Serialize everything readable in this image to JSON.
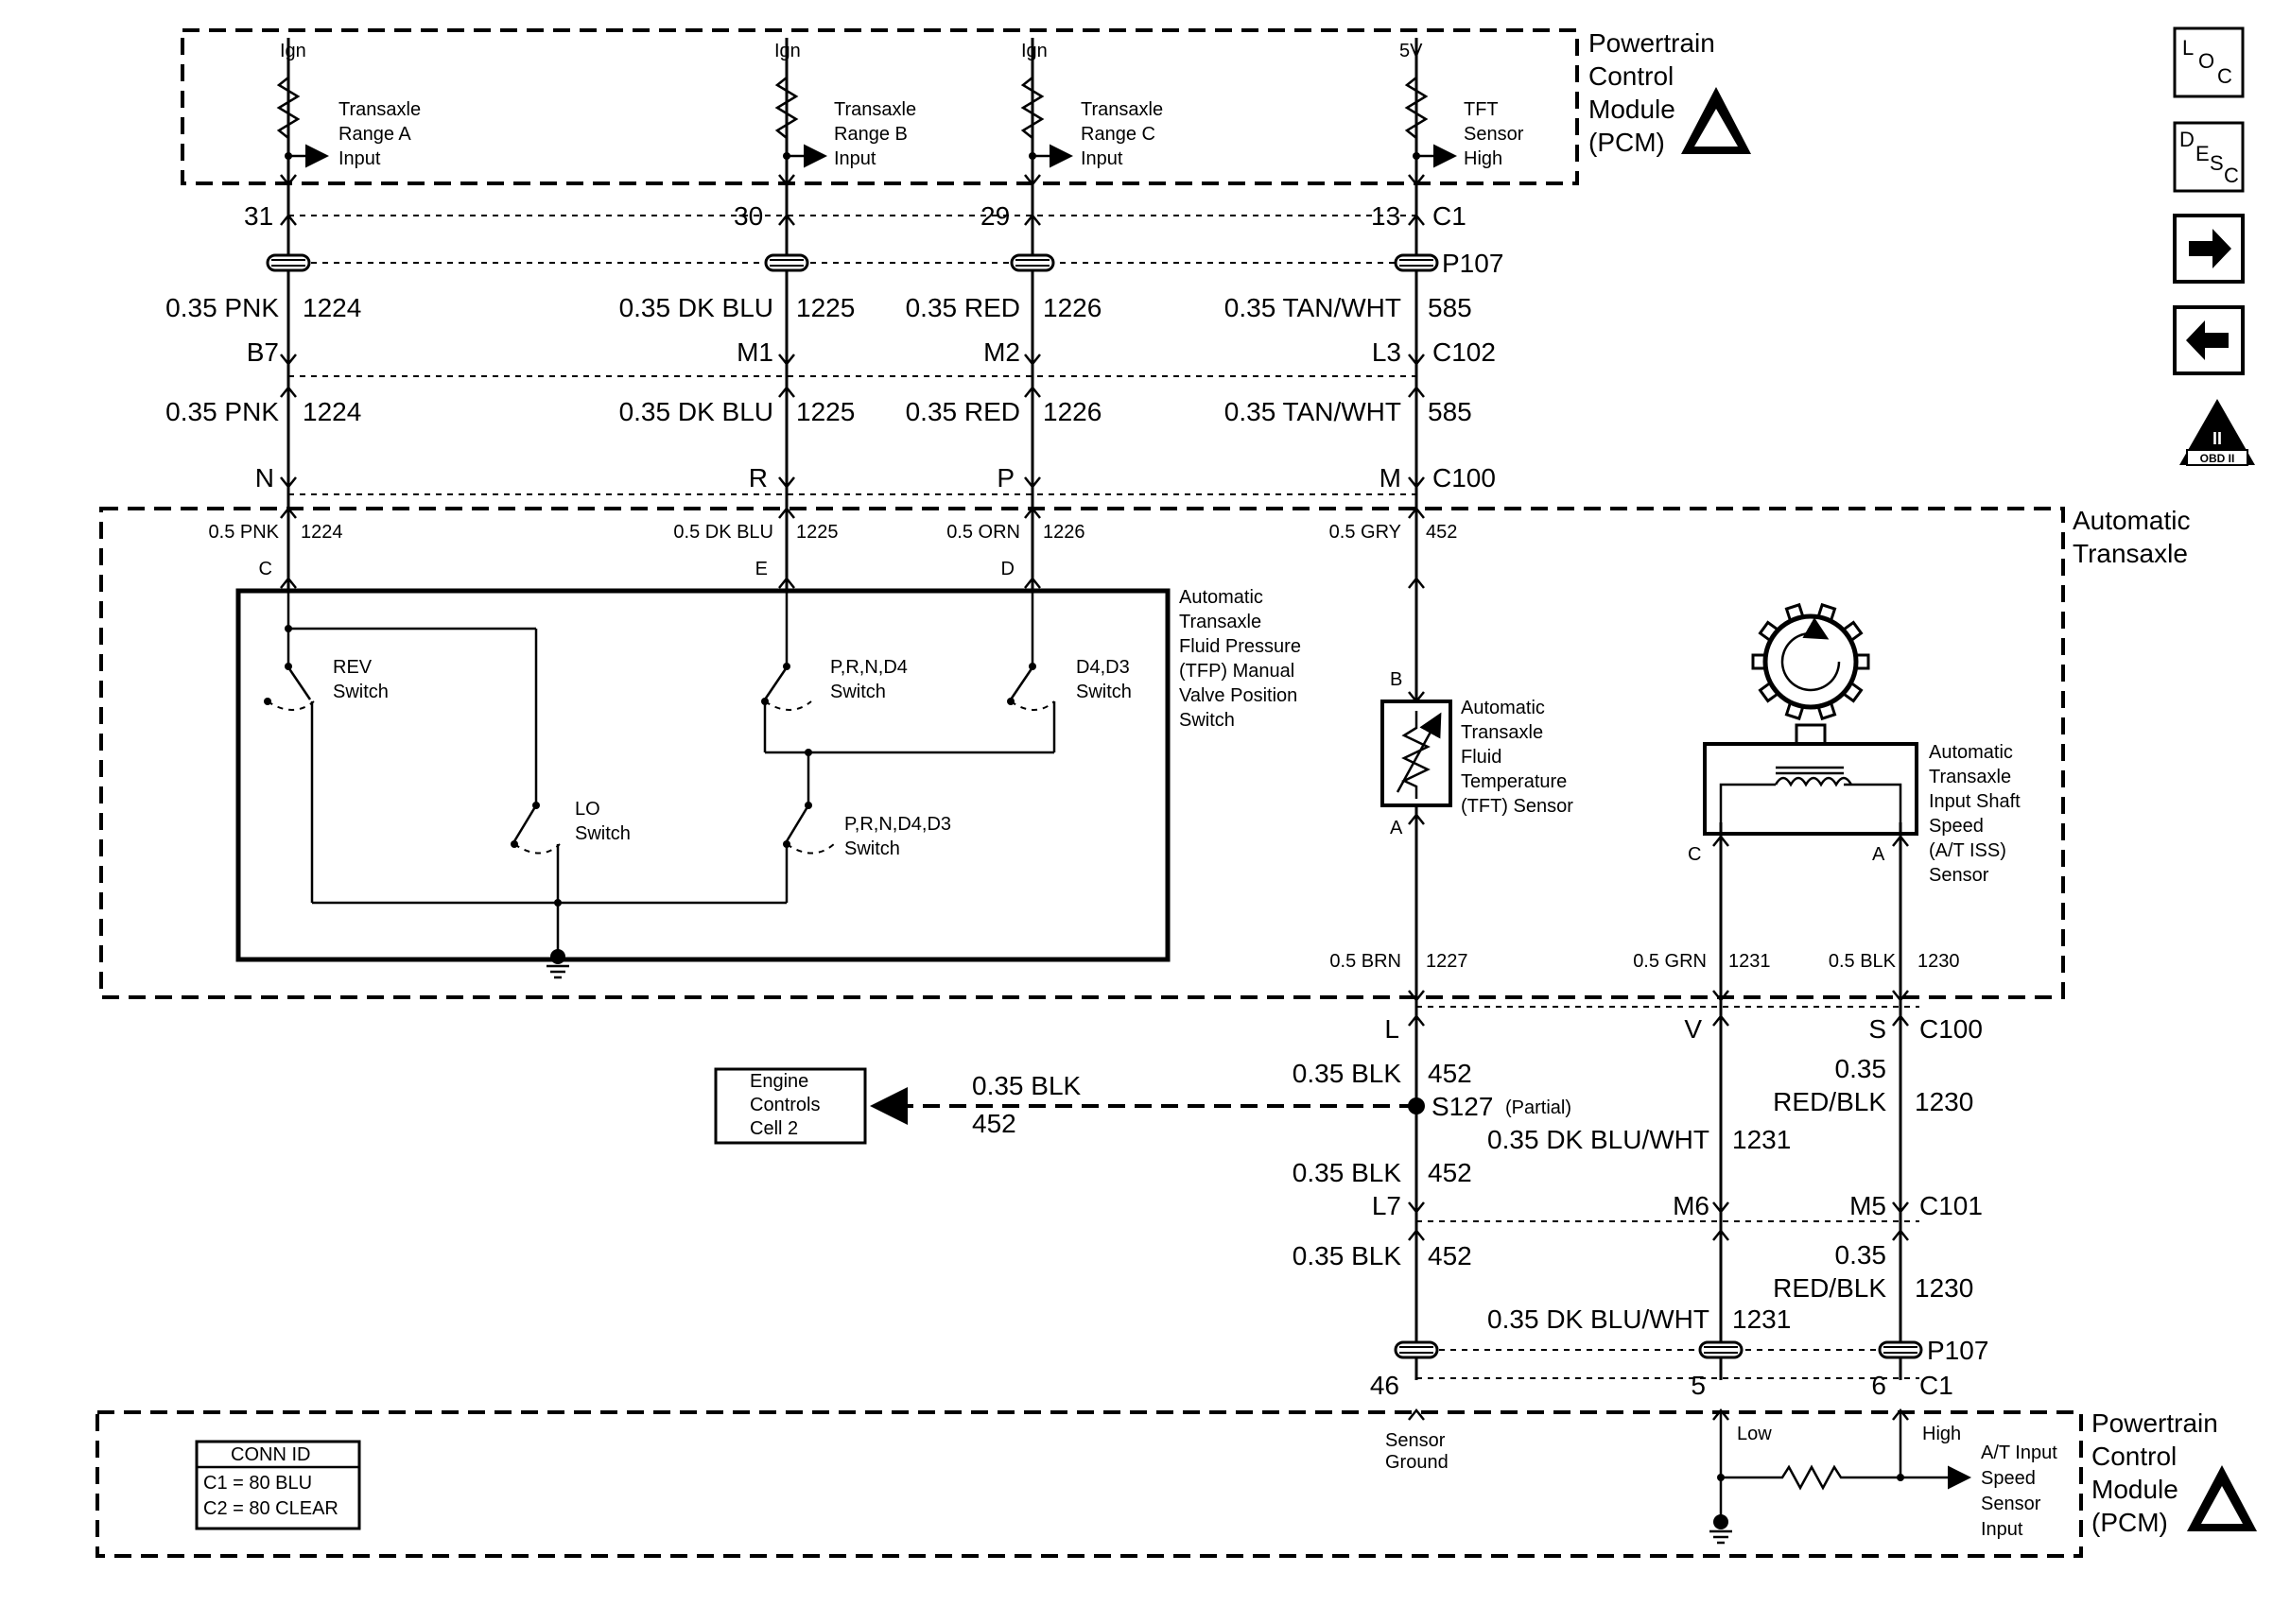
{
  "pcm_top": {
    "title": [
      "Powertrain",
      "Control",
      "Module",
      "(PCM)"
    ],
    "circuits": [
      {
        "supply": "Ign",
        "name": [
          "Transaxle",
          "Range A",
          "Input"
        ],
        "pin": "31"
      },
      {
        "supply": "Ign",
        "name": [
          "Transaxle",
          "Range B",
          "Input"
        ],
        "pin": "30"
      },
      {
        "supply": "Ign",
        "name": [
          "Transaxle",
          "Range C",
          "Input"
        ],
        "pin": "29"
      },
      {
        "supply": "5V",
        "name": [
          "TFT",
          "Sensor",
          "High"
        ],
        "pin": "13"
      }
    ],
    "connector": "C1"
  },
  "p107_top": "P107",
  "wires_top": [
    {
      "color": "0.35 PNK",
      "ckt": "1224",
      "pin_c102": "B7",
      "pin_c100": "N"
    },
    {
      "color": "0.35 DK BLU",
      "ckt": "1225",
      "pin_c102": "M1",
      "pin_c100": "R"
    },
    {
      "color": "0.35 RED",
      "ckt": "1226",
      "pin_c102": "M2",
      "pin_c100": "P"
    },
    {
      "color": "0.35 TAN/WHT",
      "ckt": "585",
      "pin_c102": "L3",
      "pin_c100": "M"
    }
  ],
  "c102": "C102",
  "c100": "C100",
  "transaxle": {
    "title": [
      "Automatic",
      "Transaxle"
    ],
    "inner_wires": [
      {
        "color": "0.5 PNK",
        "ckt": "1224",
        "pin": "C"
      },
      {
        "color": "0.5 DK BLU",
        "ckt": "1225",
        "pin": "E"
      },
      {
        "color": "0.5 ORN",
        "ckt": "1226",
        "pin": "D"
      },
      {
        "color": "0.5 GRY",
        "ckt": "452"
      }
    ],
    "tfp_switch": [
      "Automatic",
      "Transaxle",
      "Fluid Pressure",
      "(TFP) Manual",
      "Valve Position",
      "Switch"
    ],
    "switches": [
      {
        "name": [
          "REV",
          "Switch"
        ]
      },
      {
        "name": [
          "P,R,N,D4",
          "Switch"
        ]
      },
      {
        "name": [
          "D4,D3",
          "Switch"
        ]
      },
      {
        "name": [
          "LO",
          "Switch"
        ]
      },
      {
        "name": [
          "P,R,N,D4,D3",
          "Switch"
        ]
      }
    ],
    "tft_sensor": {
      "name": [
        "Automatic",
        "Transaxle",
        "Fluid",
        "Temperature",
        "(TFT) Sensor"
      ],
      "pin_top": "B",
      "pin_bottom": "A"
    },
    "iss_sensor": {
      "name": [
        "Automatic",
        "Transaxle",
        "Input Shaft",
        "Speed",
        "(A/T ISS)",
        "Sensor"
      ],
      "pin_left": "C",
      "pin_right": "A"
    },
    "bottom_wires": [
      {
        "color": "0.5 BRN",
        "ckt": "1227"
      },
      {
        "color": "0.5 GRN",
        "ckt": "1231"
      },
      {
        "color": "0.5 BLK",
        "ckt": "1230"
      }
    ]
  },
  "lower": {
    "c100_pins": [
      "L",
      "V",
      "S"
    ],
    "c100_label": "C100",
    "w452": {
      "color": "0.35 BLK",
      "ckt": "452"
    },
    "splice": "S127",
    "splice_note": "(Partial)",
    "w1231": {
      "color": "0.35 DK BLU/WHT",
      "ckt": "1231"
    },
    "w1230": {
      "color1": "0.35",
      "color2": "RED/BLK",
      "ckt": "1230"
    },
    "c101_pins": [
      "L7",
      "M6",
      "M5"
    ],
    "c101": "C101",
    "engine_box": [
      "Engine",
      "Controls",
      "Cell 2"
    ],
    "engine_wire": {
      "color": "0.35 BLK",
      "ckt": "452"
    },
    "p107": "P107",
    "pcm_pins": [
      "46",
      "5",
      "6"
    ],
    "pcm_conn": "C1"
  },
  "pcm_bottom": {
    "title": [
      "Powertrain",
      "Control",
      "Module",
      "(PCM)"
    ],
    "sensor_ground": [
      "Sensor",
      "Ground"
    ],
    "low": "Low",
    "high": "High",
    "input": [
      "A/T Input",
      "Speed",
      "Sensor",
      "Input"
    ]
  },
  "conn_id": {
    "title": "CONN ID",
    "rows": [
      "C1 = 80 BLU",
      "C2 = 80 CLEAR"
    ]
  },
  "side_icons": {
    "loc": [
      "L",
      "O",
      "C"
    ],
    "desc": [
      "D",
      "E",
      "S",
      "C"
    ],
    "obd": "OBD II",
    "obd_mark": "II"
  }
}
